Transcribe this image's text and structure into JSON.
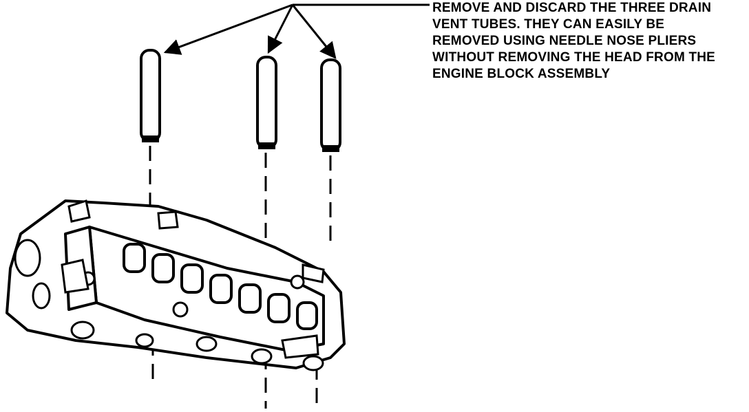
{
  "callout": {
    "lines": [
      "REMOVE AND DISCARD THE THREE DRAIN",
      "VENT TUBES. THEY CAN EASILY BE",
      "REMOVED USING NEEDLE NOSE PLIERS",
      "WITHOUT REMOVING THE HEAD FROM THE",
      "ENGINE BLOCK ASSEMBLY"
    ]
  },
  "tubes": [
    "drain-vent-tube-1",
    "drain-vent-tube-2",
    "drain-vent-tube-3"
  ],
  "colors": {
    "ink": "#000000",
    "paper": "#ffffff"
  }
}
